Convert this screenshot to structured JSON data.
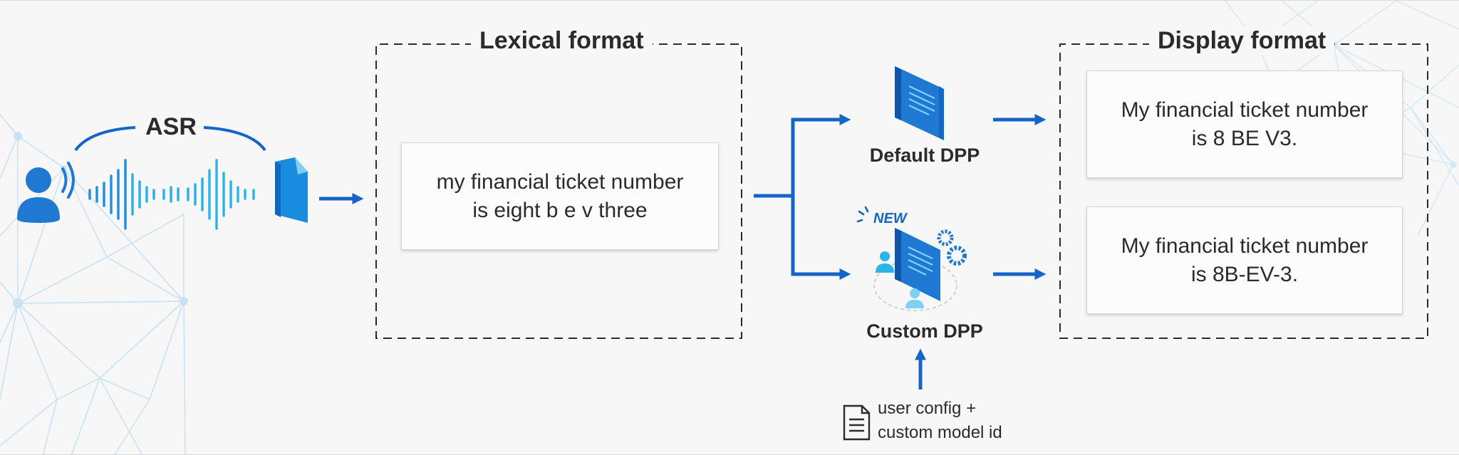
{
  "asr": {
    "label": "ASR"
  },
  "lexical": {
    "title": "Lexical format",
    "lines": [
      "my financial ticket number",
      "is eight b e v three"
    ]
  },
  "dpp": {
    "default_label": "Default DPP",
    "custom_label": "Custom DPP",
    "new_badge": "NEW"
  },
  "display": {
    "title": "Display format",
    "default_lines": [
      "My financial ticket number",
      "is 8 BE V3."
    ],
    "custom_lines": [
      "My financial ticket number",
      "is 8B-EV-3."
    ]
  },
  "config": {
    "lines": [
      "user config +",
      "custom model id"
    ]
  },
  "colors": {
    "accent": "#1565c8",
    "accent_light": "#2bb4e8",
    "network": "#b9dcf2",
    "text": "#2b2b2b"
  }
}
